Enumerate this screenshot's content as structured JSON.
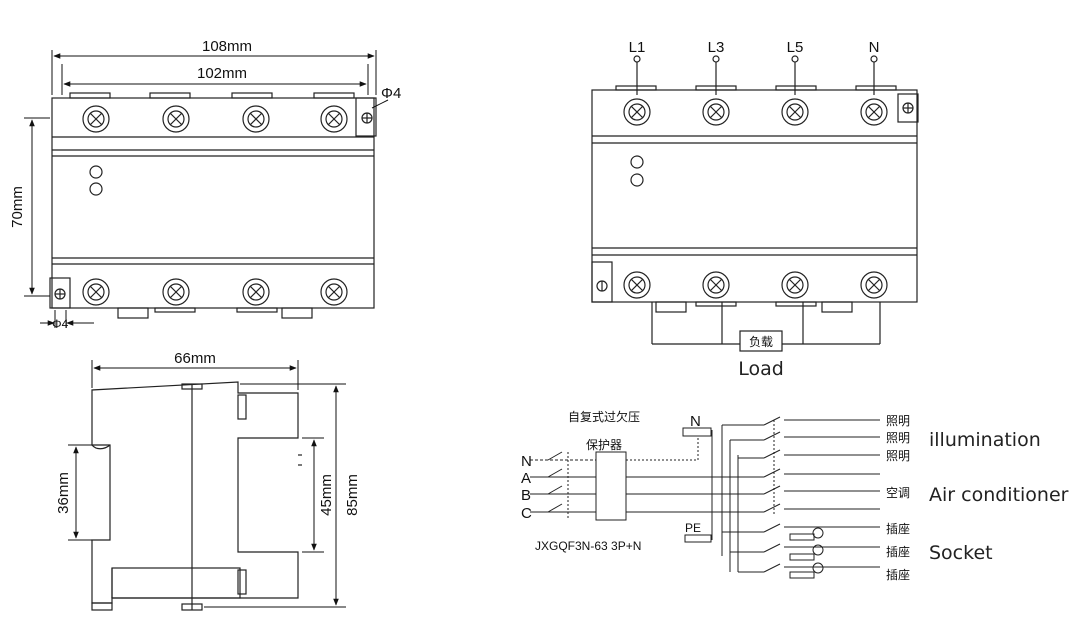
{
  "front_view": {
    "width_outer": "108mm",
    "width_inner": "102mm",
    "hole_top": "Φ4",
    "height": "70mm",
    "hole_bottom": "Φ4"
  },
  "side_view": {
    "depth": "66mm",
    "rail_height": "36mm",
    "front_height": "45mm",
    "total_height": "85mm"
  },
  "wiring_view": {
    "terminals": [
      "L1",
      "L3",
      "L5",
      "N"
    ],
    "load_box": "负载",
    "load_label": "Load"
  },
  "schematic": {
    "title_line1": "自复式过欠压",
    "title_line2": "保护器",
    "input_lines": [
      "N",
      "A",
      "B",
      "C"
    ],
    "n_label": "N",
    "pe_label": "PE",
    "model": "JXGQF3N-63  3P+N",
    "outputs": [
      "照明",
      "照明",
      "照明",
      "空调",
      "插座",
      "插座",
      "插座"
    ],
    "group_labels": {
      "illumination": "illumination",
      "air_conditioner": "Air conditioner",
      "socket": "Socket"
    }
  }
}
